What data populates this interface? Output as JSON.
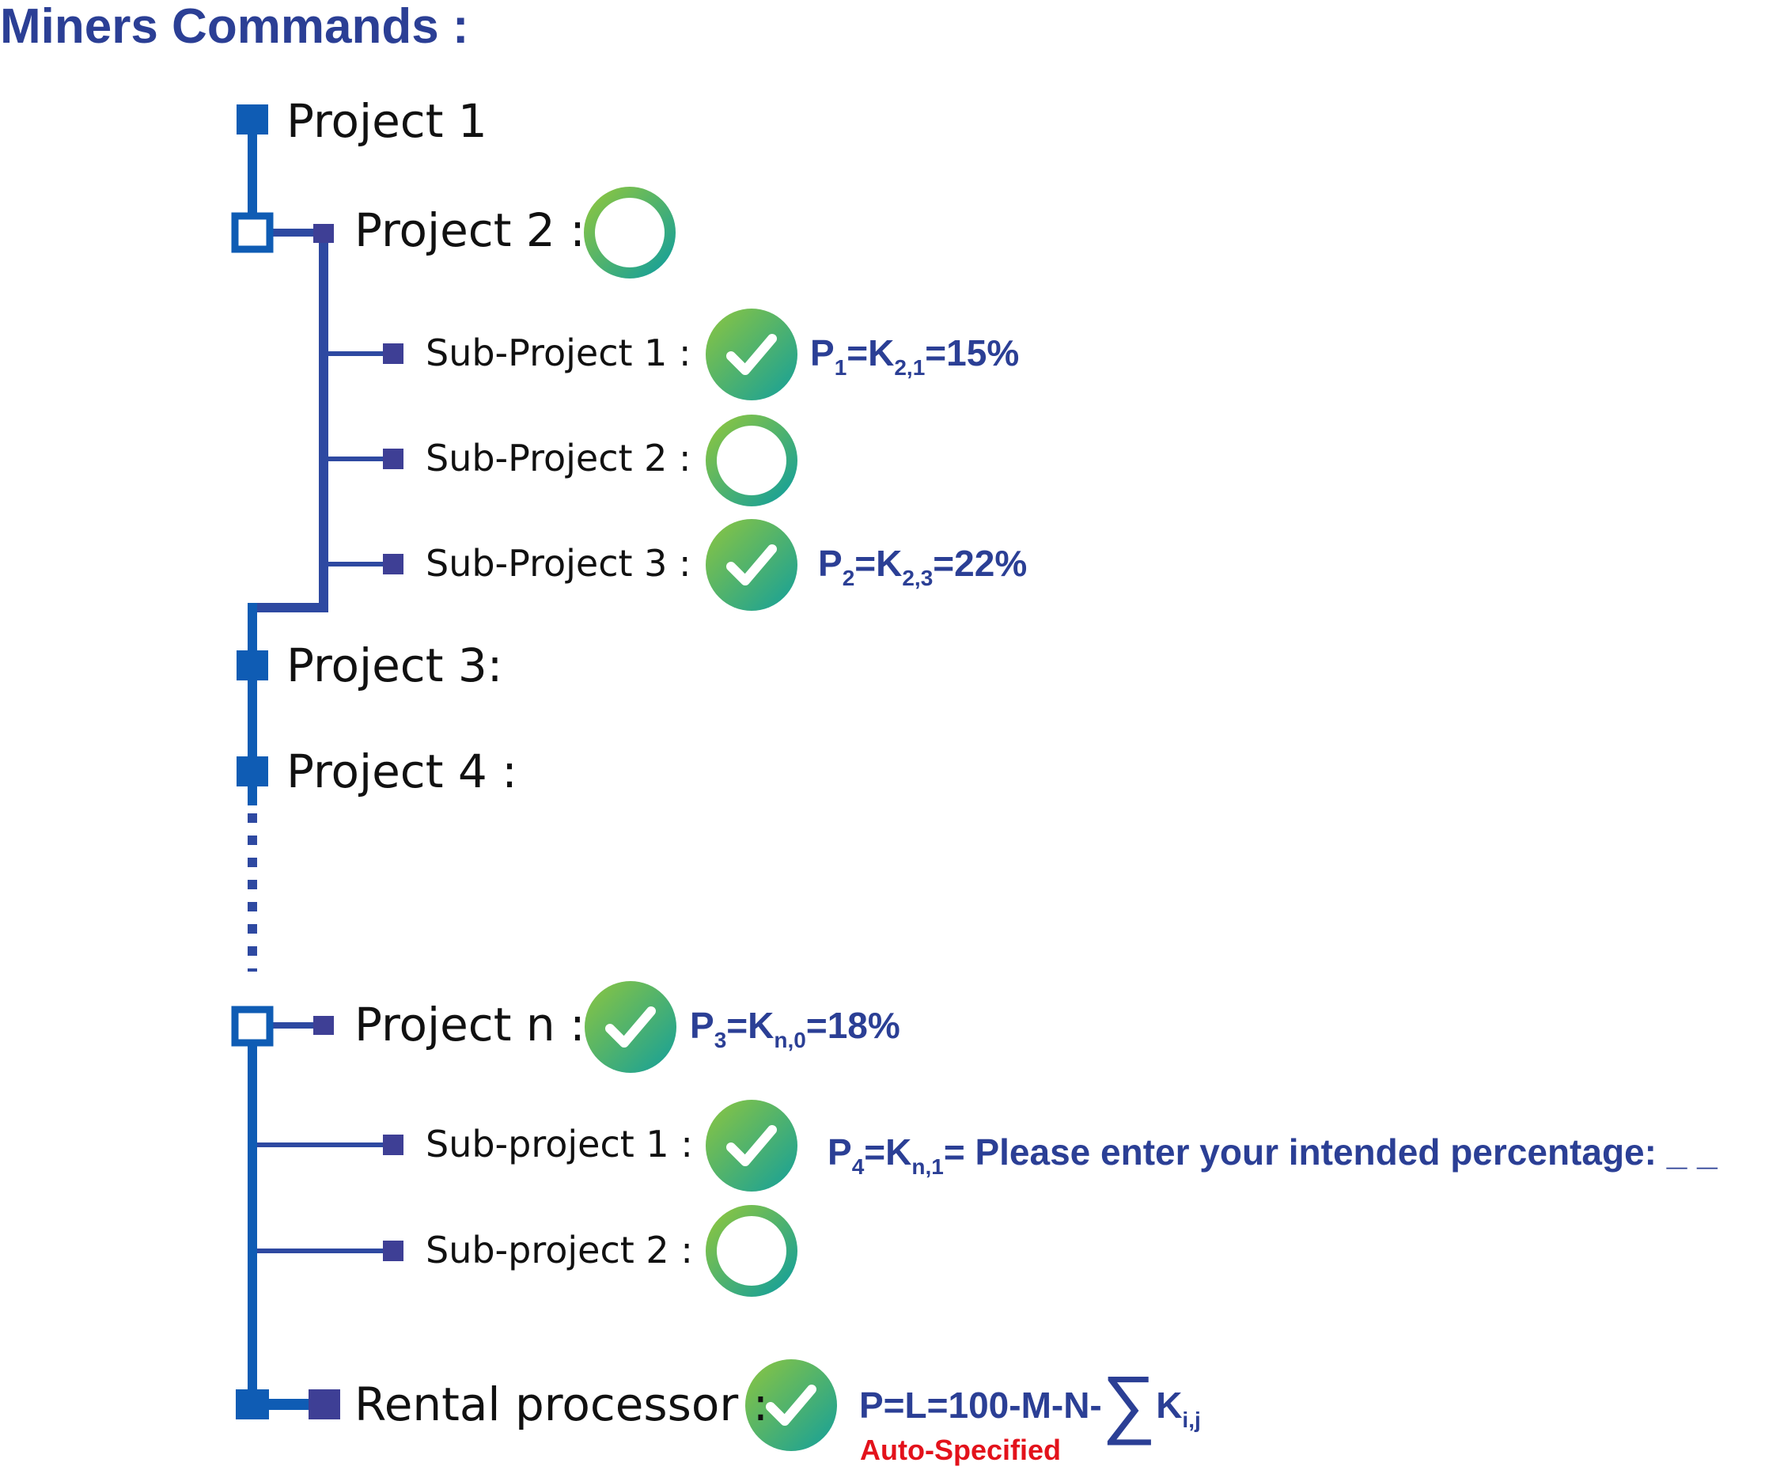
{
  "title": "Miners Commands :",
  "colors": {
    "title": "#2b3f95",
    "line": "#2e49a1",
    "node": "#0f5cb4",
    "sub_node": "#3e3f95",
    "circle_start": "#8dc63f",
    "circle_end": "#139f9b",
    "label": "#111111",
    "auto": "#e3121b"
  },
  "items": {
    "project_1": "Project 1",
    "project_2": "Project 2 :",
    "p2_sub_1": "Sub-Project 1 :",
    "p2_sub_2": "Sub-Project 2 :",
    "p2_sub_3": "Sub-Project 3 :",
    "project_3": "Project 3:",
    "project_4": "Project 4 :",
    "project_n": "Project n :",
    "pn_sub_1": "Sub-project 1 :",
    "pn_sub_2": "Sub-project 2 :",
    "rental": "Rental processor :"
  },
  "status": {
    "project_2": "unchecked",
    "p2_sub_1": "checked",
    "p2_sub_2": "unchecked",
    "p2_sub_3": "checked",
    "project_n": "checked",
    "pn_sub_1": "checked",
    "pn_sub_2": "unchecked",
    "rental": "checked"
  },
  "formulas": {
    "f1": {
      "p": "P",
      "p_sub": "1",
      "k": "=K",
      "k_sub": "2,1",
      "rest": "=15%"
    },
    "f2": {
      "p": "P",
      "p_sub": "2",
      "k": "=K",
      "k_sub": "2,3",
      "rest": "=22%"
    },
    "f3": {
      "p": "P",
      "p_sub": "3",
      "k": "=K",
      "k_sub": "n,0",
      "rest": "=18%"
    },
    "f4": {
      "p": "P",
      "p_sub": "4",
      "k": "=K",
      "k_sub": "n,1",
      "rest": "= Please enter your intended percentage: _ _"
    },
    "f5": {
      "main": "P=L=100-M-N-",
      "sigma": "∑",
      "k": "K",
      "k_sub": "i,j"
    }
  },
  "auto_label": "Auto-Specified"
}
